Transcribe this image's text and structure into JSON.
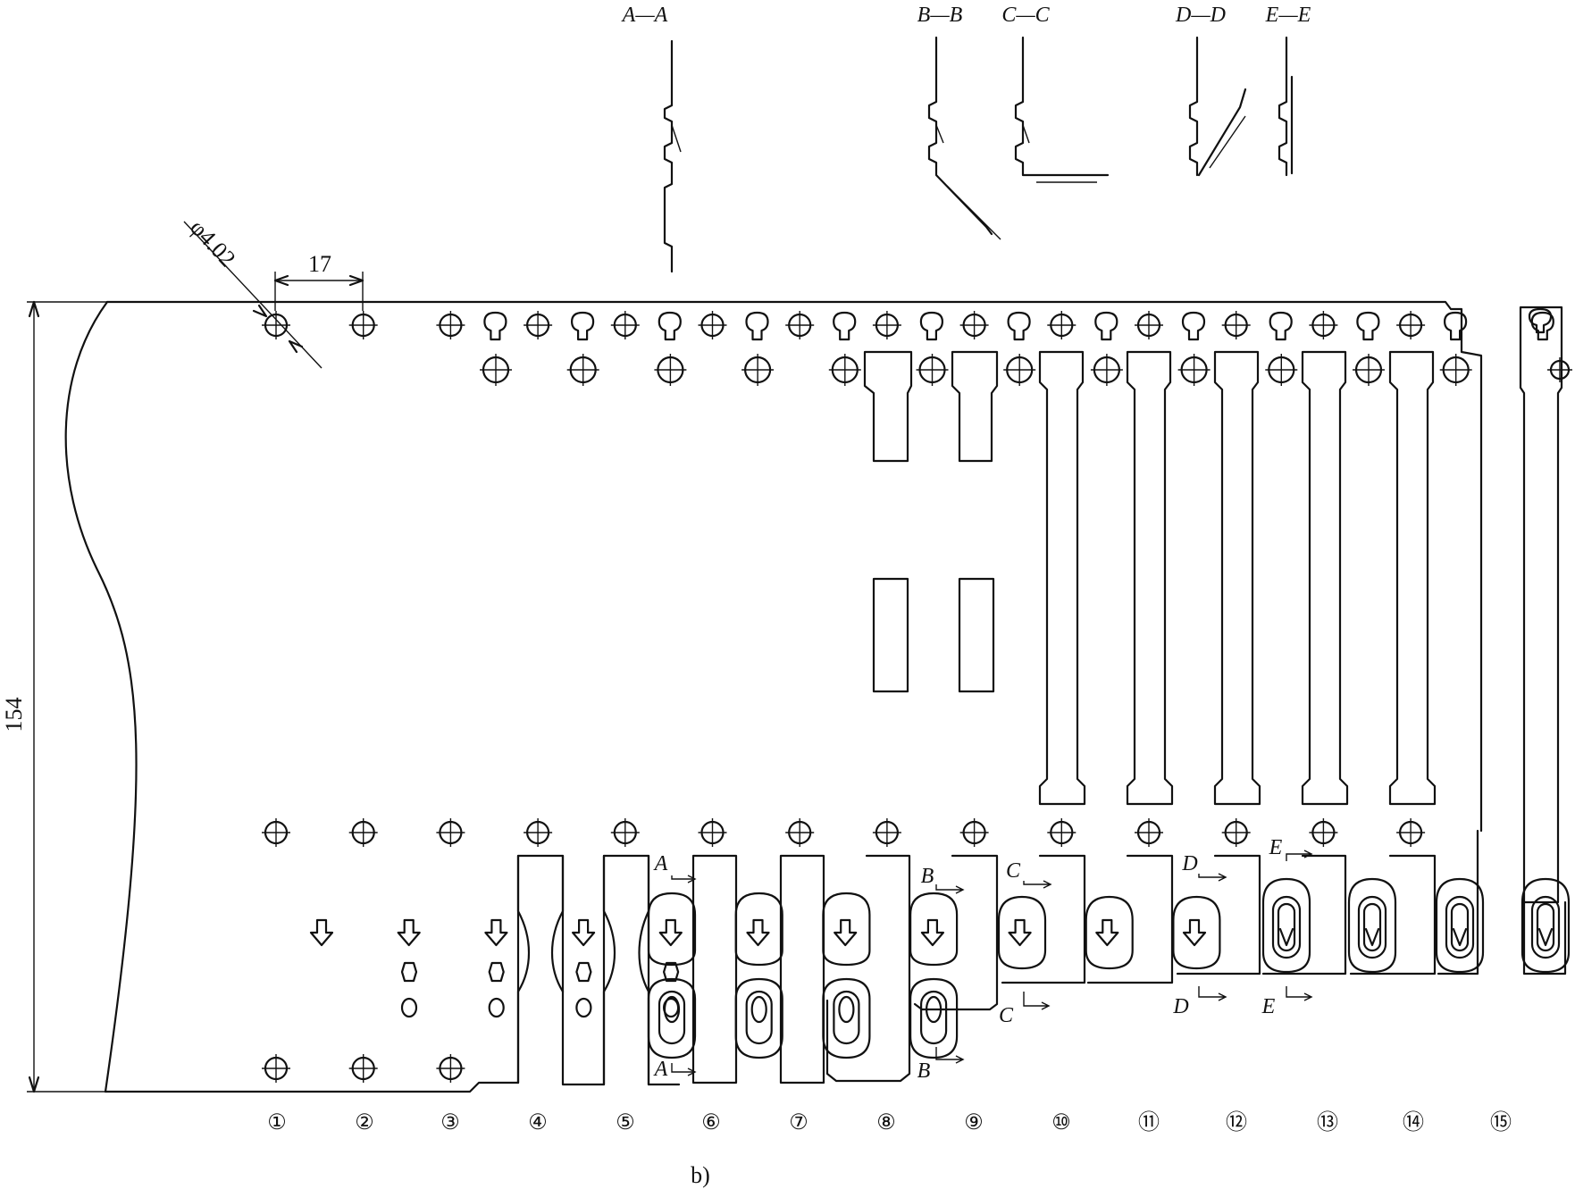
{
  "figure_label": "b)",
  "dimensions": {
    "height": "154",
    "pitch": "17",
    "pilot_diameter": "φ4.02"
  },
  "section_titles": [
    "A—A",
    "B—B",
    "C—C",
    "D—D",
    "E—E"
  ],
  "section_markers": [
    {
      "letter": "A"
    },
    {
      "letter": "A"
    },
    {
      "letter": "B"
    },
    {
      "letter": "B"
    },
    {
      "letter": "C"
    },
    {
      "letter": "C"
    },
    {
      "letter": "D"
    },
    {
      "letter": "D"
    },
    {
      "letter": "E"
    },
    {
      "letter": "E"
    }
  ],
  "stations": [
    "①",
    "②",
    "③",
    "④",
    "⑤",
    "⑥",
    "⑦",
    "⑧",
    "⑨",
    "⑩",
    "⑪",
    "⑫",
    "⑬",
    "⑭",
    "⑮"
  ]
}
